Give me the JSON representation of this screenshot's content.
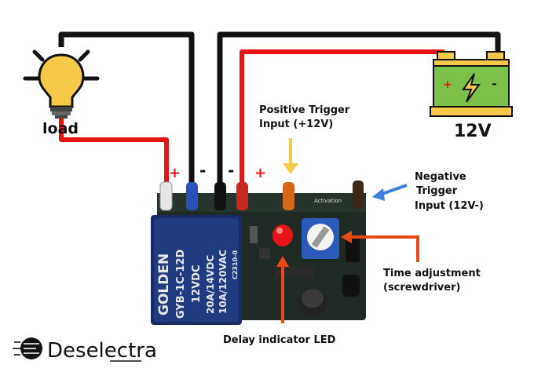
{
  "labels": {
    "load": "load",
    "voltage": "12V",
    "positive_trigger_line1": "Positive Trigger",
    "positive_trigger_line2": "Input (+12V)",
    "negative_trigger_line1": "Negative",
    "negative_trigger_line2": "Trigger",
    "negative_trigger_line3": "Input (12V-)",
    "time_adjust_line1": "Time adjustment",
    "time_adjust_line2": "(screwdriver)",
    "delay_led": "Delay indicator LED",
    "brand": "Deselectra"
  },
  "polarity": {
    "load_plus": "+",
    "load_minus": "-",
    "supply_minus": "-",
    "supply_plus": "+",
    "battery_plus": "+",
    "battery_minus": "-"
  },
  "relay": {
    "line1": "GOLDEN",
    "line2": "GYB-1C-12D",
    "line3": "12VDC",
    "line4": "20A/14VDC",
    "line5": "10A/120VAC",
    "line6": "C2310-0"
  },
  "board": {
    "silk_text": "Activation"
  },
  "colors": {
    "red_wire": "#e81414",
    "black_wire": "#111111",
    "board_green": "#1f2a24",
    "relay_blue": "#1a2a66",
    "bulb_yellow": "#f7c948",
    "battery_green": "#7cc24a",
    "positive_arrow": "#f6c94e",
    "negative_arrow": "#3d7fd9",
    "indicator_arrow": "#e84a14"
  }
}
